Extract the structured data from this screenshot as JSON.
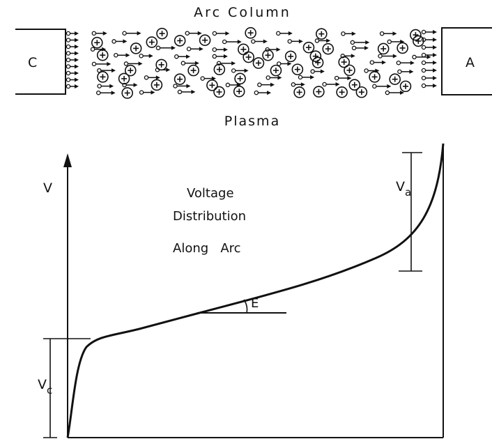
{
  "top_figure": {
    "title": "Arc Column",
    "caption": "Plasma",
    "cathode_label": "C",
    "anode_label": "A"
  },
  "graph": {
    "y_axis_label": "V",
    "title_lines": [
      "Voltage",
      "Distribution",
      "Along   Arc"
    ],
    "gradient_label": "E",
    "cathode_drop_label": "V",
    "cathode_drop_subscript": "c",
    "anode_drop_label": "V",
    "anode_drop_subscript": "a"
  }
}
